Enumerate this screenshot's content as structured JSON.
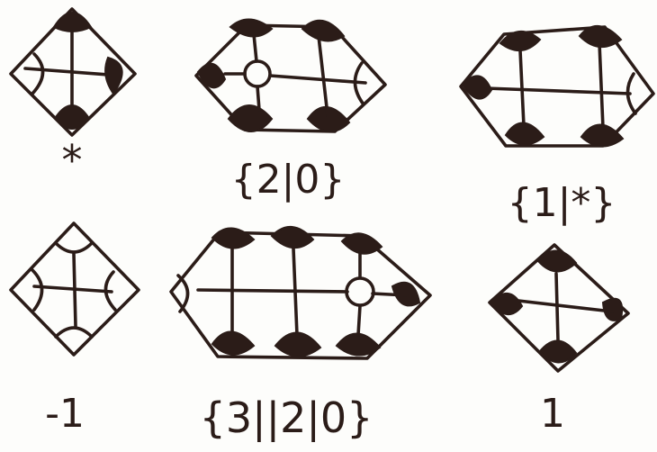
{
  "figures": [
    {
      "id": "star",
      "label": "*"
    },
    {
      "id": "two-zero",
      "label": "{2|0}"
    },
    {
      "id": "one-star",
      "label": "{1|*}"
    },
    {
      "id": "minus-one",
      "label": "-1"
    },
    {
      "id": "three-two-zero",
      "label": "{3||2|0}"
    },
    {
      "id": "one",
      "label": "1"
    }
  ],
  "colors": {
    "ink": "#2b1c18",
    "paper": "#fdfdfb"
  }
}
